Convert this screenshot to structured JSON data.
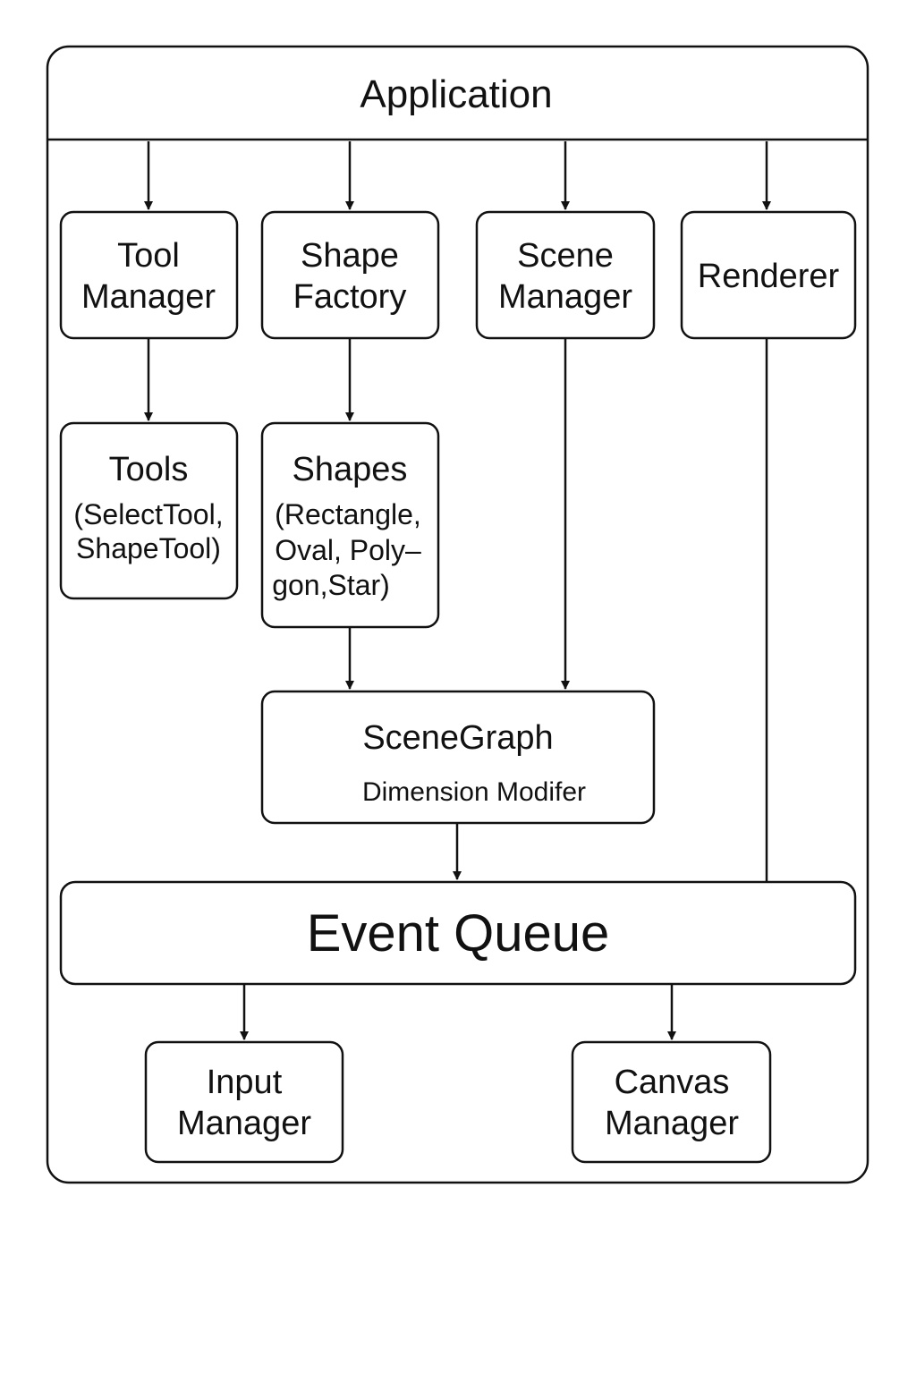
{
  "application": {
    "title": "Application"
  },
  "modules": {
    "tool_manager": {
      "line1": "Tool",
      "line2": "Manager"
    },
    "shape_factory": {
      "line1": "Shape",
      "line2": "Factory"
    },
    "scene_manager": {
      "line1": "Scene",
      "line2": "Manager"
    },
    "renderer": {
      "label": "Renderer"
    }
  },
  "tools": {
    "title": "Tools",
    "line1": "(SelectTool,",
    "line2": "ShapeTool)"
  },
  "shapes": {
    "title": "Shapes",
    "line1": "(Rectangle,",
    "line2": "Oval, Poly–",
    "line3": "gon,Star)"
  },
  "scene_graph": {
    "title": "SceneGraph",
    "subtitle": "Dimension Modifer"
  },
  "event_queue": {
    "label": "Event Queue"
  },
  "input_manager": {
    "line1": "Input",
    "line2": "Manager"
  },
  "canvas_manager": {
    "line1": "Canvas",
    "line2": "Manager"
  }
}
